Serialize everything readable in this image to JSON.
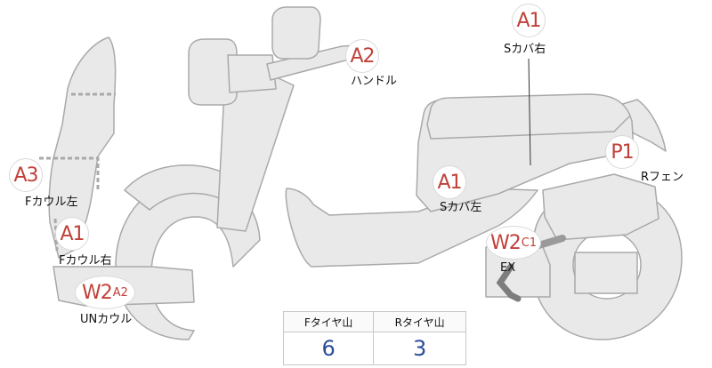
{
  "badges": {
    "a1_right": {
      "code": "A1",
      "sub": "",
      "label": "Sカバ右"
    },
    "a2_handle": {
      "code": "A2",
      "sub": "",
      "label": "ハンドル"
    },
    "p1_rfender": {
      "code": "P1",
      "sub": "",
      "label": "Rフェン"
    },
    "a1_left": {
      "code": "A1",
      "sub": "",
      "label": "Sカバ左"
    },
    "a3_fcowl_left": {
      "code": "A3",
      "sub": "",
      "label": "Fカウル左"
    },
    "a1_fcowl_right": {
      "code": "A1",
      "sub": "",
      "label": "Fカウル右"
    },
    "w2_ex": {
      "code": "W2",
      "sub": "C1",
      "label": "EX"
    },
    "w2_uncowl": {
      "code": "W2",
      "sub": "A2",
      "label": "UNカウル"
    }
  },
  "tire_table": {
    "headers": [
      "Fタイヤ山",
      "Rタイヤ山"
    ],
    "values": [
      "6",
      "3"
    ]
  },
  "colors": {
    "part_fill": "#e9e9e9",
    "part_stroke": "#a9a9a9",
    "badge_text": "#c0413a",
    "value_text": "#2b4d9b"
  }
}
